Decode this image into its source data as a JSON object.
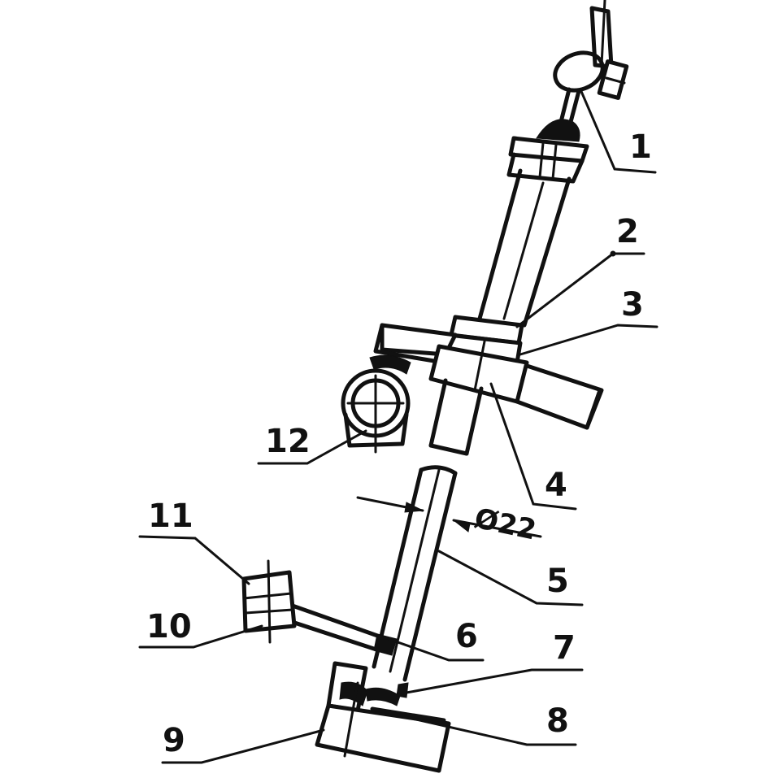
{
  "diagram": {
    "callouts": [
      {
        "id": "1",
        "label": "1"
      },
      {
        "id": "2",
        "label": "2"
      },
      {
        "id": "3",
        "label": "3"
      },
      {
        "id": "4",
        "label": "4"
      },
      {
        "id": "5",
        "label": "5"
      },
      {
        "id": "6",
        "label": "6"
      },
      {
        "id": "7",
        "label": "7"
      },
      {
        "id": "8",
        "label": "8"
      },
      {
        "id": "9",
        "label": "9"
      },
      {
        "id": "10",
        "label": "10"
      },
      {
        "id": "11",
        "label": "11"
      },
      {
        "id": "12",
        "label": "12"
      }
    ],
    "dimension": {
      "label": "Ø22"
    },
    "colors": {
      "ink": "#111111",
      "background": "#ffffff"
    }
  }
}
